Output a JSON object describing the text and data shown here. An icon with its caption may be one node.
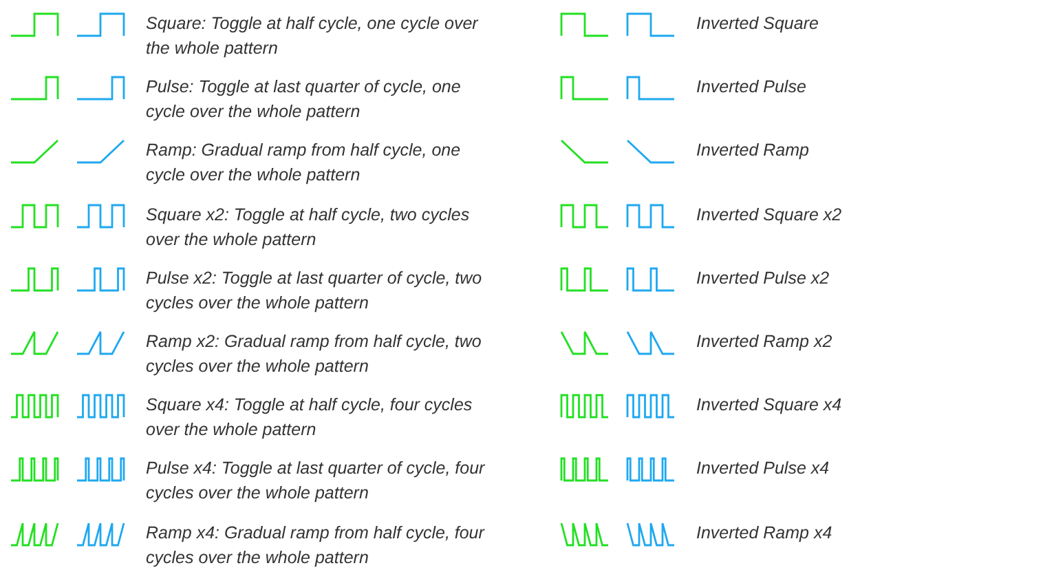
{
  "diagram": {
    "labels": [
      "Square: Toggle at half cycle, one cycle over the whole pattern",
      "Inverted Square",
      "Pulse: Toggle at last quarter of cycle, one cycle over the whole pattern",
      "Inverted Pulse",
      "Ramp: Gradual ramp from half cycle, one cycle over the whole pattern",
      "Inverted Ramp",
      "Square x2: Toggle at half cycle, two cycles over the whole pattern",
      "Inverted Square x2",
      "Pulse x2: Toggle at last quarter of cycle, two cycles over the whole pattern",
      "Inverted Pulse x2",
      "Ramp x2: Gradual ramp from half cycle, two cycles over the whole pattern",
      "Inverted Ramp x2",
      "Square x4: Toggle at half cycle, four cycles over the whole pattern",
      "Inverted Square x4",
      "Pulse x4: Toggle at last quarter of cycle, four cycles over the whole pattern",
      "Inverted Pulse x4",
      "Ramp x4: Gradual ramp from half cycle, four cycles over the whole pattern",
      "Inverted Ramp x4"
    ]
  }
}
